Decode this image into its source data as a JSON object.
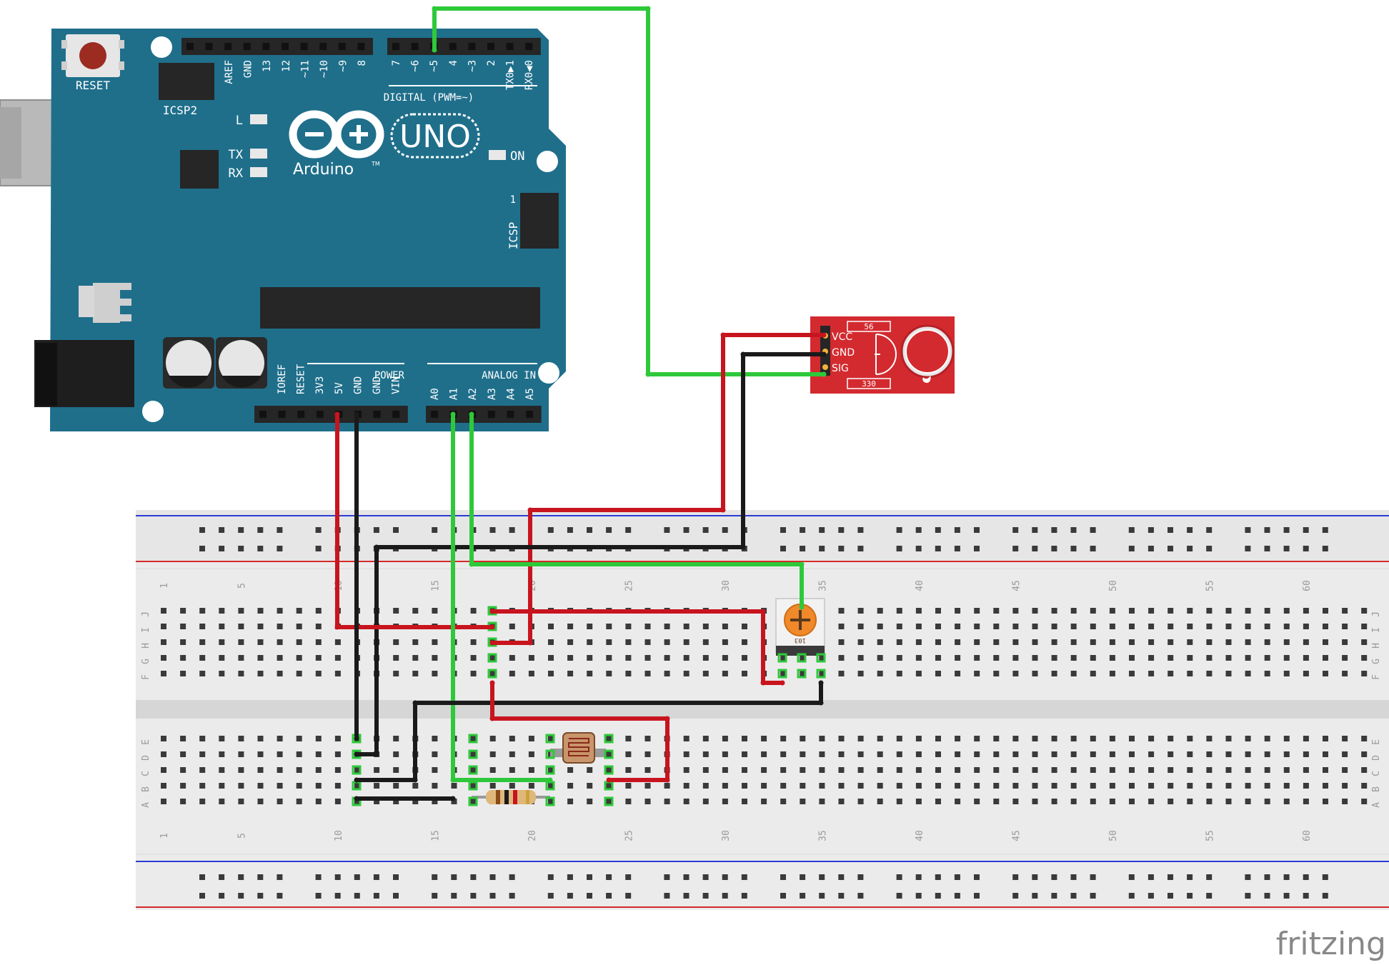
{
  "colors": {
    "board": "#1f6f8b",
    "board_dark": "#175a72",
    "board_text": "#ffffff",
    "header": "#262626",
    "breadboard": "#ebebeb",
    "breadboard_hole": "#3a3a3a",
    "rail_blue": "#2b3bd6",
    "rail_red": "#d42a2a",
    "wire_red": "#c8141e",
    "wire_black": "#1a1a1a",
    "wire_green": "#2ec93a",
    "sensor_board": "#d32a2f",
    "pot": "#f0892a",
    "logo": "#888888"
  },
  "arduino": {
    "reset_label": "RESET",
    "icsp2_label": "ICSP2",
    "icsp_label": "ICSP",
    "icsp_pin1": "1",
    "led_l": "L",
    "led_tx": "TX",
    "led_rx": "RX",
    "led_on": "ON",
    "logo_text": "Arduino",
    "logo_tm": "TM",
    "model": "UNO",
    "digital_label": "DIGITAL (PWM=~)",
    "power_label": "POWER",
    "analog_label": "ANALOG IN",
    "digital_pins": [
      "AREF",
      "GND",
      "13",
      "12",
      "~11",
      "~10",
      "~9",
      "8",
      "7",
      "~6",
      "~5",
      "4",
      "~3",
      "2",
      "TX0▶1",
      "RX0◀0"
    ],
    "power_pins": [
      "IOREF",
      "RESET",
      "3V3",
      "5V",
      "GND",
      "GND",
      "VIN"
    ],
    "analog_pins": [
      "A0",
      "A1",
      "A2",
      "A3",
      "A4",
      "A5"
    ]
  },
  "breadboard": {
    "row_letters_top": [
      "J",
      "I",
      "H",
      "G",
      "F"
    ],
    "row_letters_bottom": [
      "E",
      "D",
      "C",
      "B",
      "A"
    ],
    "column_numbers": [
      "1",
      "5",
      "10",
      "15",
      "20",
      "25",
      "30",
      "35",
      "40",
      "45",
      "50",
      "55",
      "60"
    ]
  },
  "sensor": {
    "pins": [
      "VCC",
      "GND",
      "SIG"
    ],
    "resistor_top": "56",
    "resistor_bottom": "330"
  },
  "potentiometer": {
    "code": "103"
  },
  "watermark": "fritzing"
}
